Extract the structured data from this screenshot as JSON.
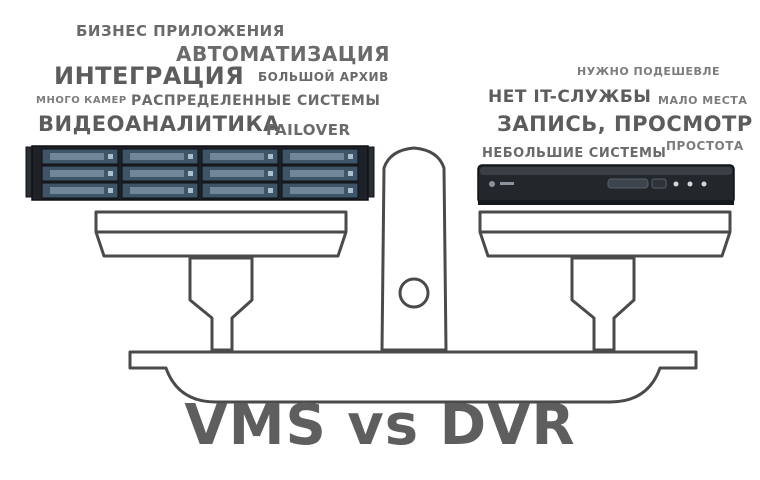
{
  "title": "VMS vs DVR",
  "vms_keywords": [
    "БИЗНЕС ПРИЛОЖЕНИЯ",
    "АВТОМАТИЗАЦИЯ",
    "ИНТЕГРАЦИЯ",
    "БОЛЬШОЙ АРХИВ",
    "МНОГО КАМЕР",
    "РАСПРЕДЕЛЕННЫЕ СИСТЕМЫ",
    "ВИДЕОАНАЛИТИКА",
    "FAILOVER"
  ],
  "dvr_keywords": [
    "НУЖНО ПОДЕШЕВЛЕ",
    "НЕТ IT-СЛУЖБЫ",
    "МАЛО МЕСТА",
    "ЗАПИСЬ, ПРОСМОТР",
    "НЕБОЛЬШИЕ СИСТЕМЫ",
    "ПРОСТОТА"
  ],
  "colors": {
    "outline": "#4a4a4a",
    "server_body": "#1e2228",
    "drive_bay": "#3d5566",
    "text": "#666666"
  }
}
